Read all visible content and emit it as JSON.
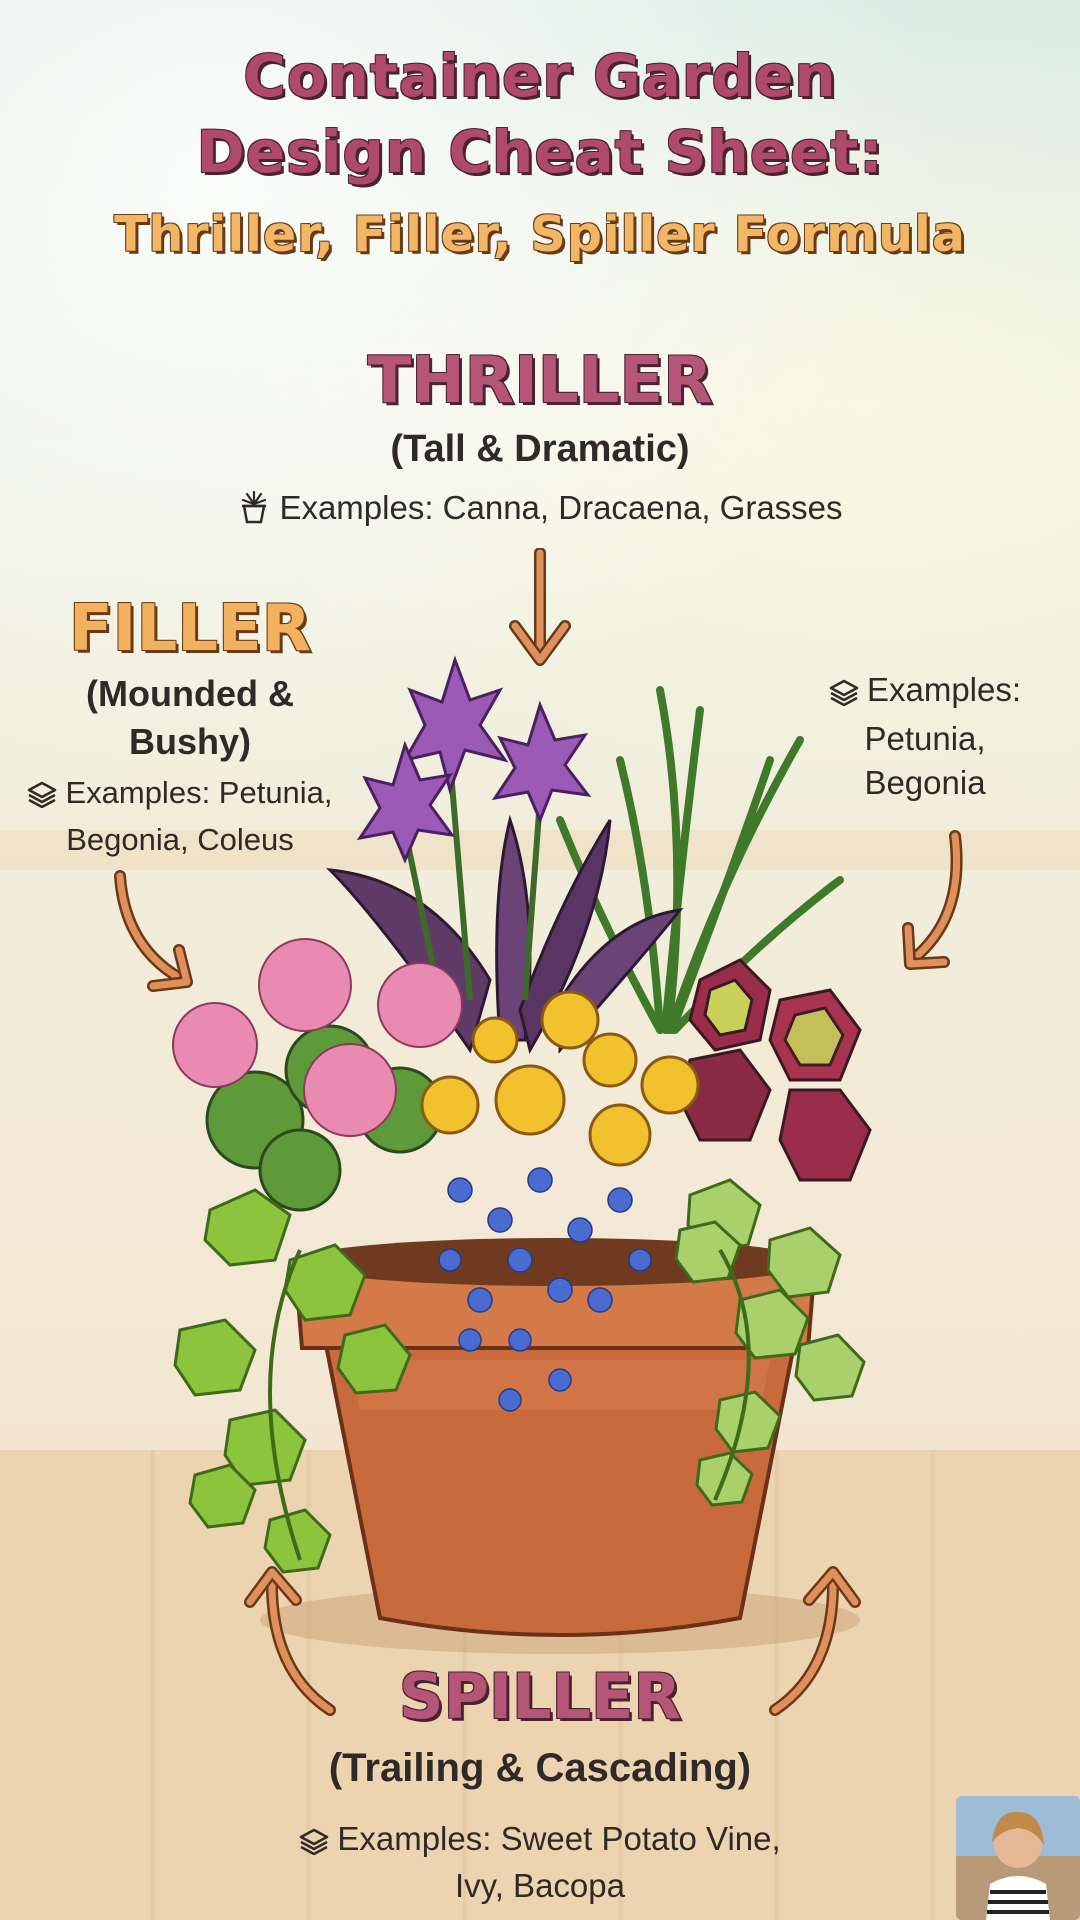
{
  "title": {
    "line1": "Container Garden",
    "line2": "Design Cheat Sheet:",
    "line3": "Thriller, Filler, Spiller Formula"
  },
  "thriller": {
    "title": "THRILLER",
    "subtitle": "(Tall & Dramatic)",
    "examples": "Examples: Canna, Dracaena, Grasses",
    "icon": "potted-grass-icon"
  },
  "filler": {
    "title": "FILLER",
    "subtitle_line1": "(Mounded &",
    "subtitle_line2": "Bushy)",
    "examples_line1": "Examples: Petunia,",
    "examples_line2": "Begonia, Coleus",
    "icon": "layers-icon"
  },
  "right_note": {
    "examples_line1": "Examples:",
    "examples_line2": "Petunia,",
    "examples_line3": "Begonia",
    "icon": "layers-icon"
  },
  "spiller": {
    "title": "SPILLER",
    "subtitle": "(Trailing & Cascading)",
    "examples_line1": "Examples: Sweet Potato Vine,",
    "examples_line2": "Ivy, Bacopa",
    "icon": "layers-icon"
  },
  "colors": {
    "title_pink": "#b04a6c",
    "title_orange": "#f1b766",
    "arrow": "#d9895a",
    "pot": "#c86a3c"
  }
}
